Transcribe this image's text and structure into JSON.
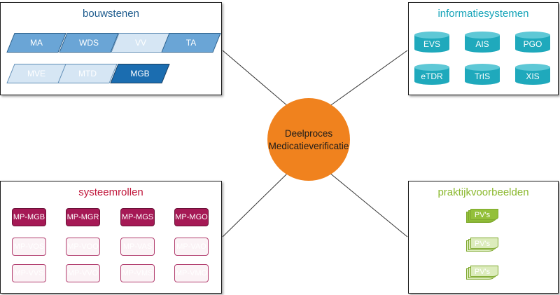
{
  "center": {
    "line1": "Deelproces",
    "line2": "Medicatieverificatie",
    "color": "#f0821e"
  },
  "bouwstenen": {
    "title": "bouwstenen",
    "items": [
      {
        "label": "MA",
        "style": "mid"
      },
      {
        "label": "WDS",
        "style": "mid"
      },
      {
        "label": "VV",
        "style": "light"
      },
      {
        "label": "TA",
        "style": "mid"
      },
      {
        "label": "MVE",
        "style": "light"
      },
      {
        "label": "MTD",
        "style": "light"
      },
      {
        "label": "MGB",
        "style": "dark"
      }
    ]
  },
  "informatiesystemen": {
    "title": "informatiesystemen",
    "items": [
      "EVS",
      "AIS",
      "PGO",
      "eTDR",
      "TrIS",
      "XIS"
    ]
  },
  "systeemrollen": {
    "title": "systeemrollen",
    "items": [
      {
        "label": "MP-MGB",
        "style": "solid"
      },
      {
        "label": "MP-MGR",
        "style": "solid"
      },
      {
        "label": "MP-MGS",
        "style": "solid"
      },
      {
        "label": "MP-MGO",
        "style": "solid"
      },
      {
        "label": "MP-VOS",
        "style": "outline"
      },
      {
        "label": "MP-VOO",
        "style": "outline"
      },
      {
        "label": "MP-VAS",
        "style": "outline"
      },
      {
        "label": "MP-VAO",
        "style": "outline"
      },
      {
        "label": "MP-VVS",
        "style": "outline"
      },
      {
        "label": "MP-VVO",
        "style": "outline"
      },
      {
        "label": "MP-VMS",
        "style": "outline"
      },
      {
        "label": "MP-VMO",
        "style": "outline"
      }
    ]
  },
  "praktijkvoorbeelden": {
    "title": "praktijkvoorbeelden",
    "items": [
      {
        "label": "PV's",
        "style": "solid"
      },
      {
        "label": "PV's",
        "style": "faded"
      },
      {
        "label": "PV's",
        "style": "faded"
      }
    ]
  }
}
